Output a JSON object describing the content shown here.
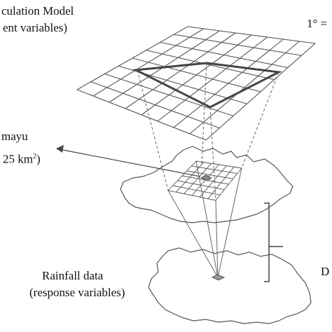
{
  "labels": {
    "gcm_line1": "culation Model",
    "gcm_line2": "ent variables)",
    "resolution": "1° =",
    "area_name": "mayu",
    "area_size_prefix": "25 km",
    "area_size_exp": "2",
    "area_size_suffix": ")",
    "rainfall_line1": "Rainfall data",
    "rainfall_line2": "(response variables)",
    "right_cut": "D"
  },
  "colors": {
    "line": "#555555",
    "highlight": "#444444",
    "text": "#111111"
  }
}
